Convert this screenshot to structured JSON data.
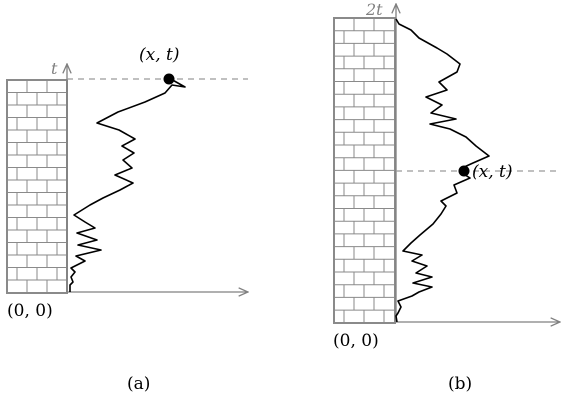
{
  "panels": [
    {
      "id": "a",
      "axis_label": "t",
      "point_label": "(x, t)",
      "origin_label": "(0, 0)",
      "caption": "(a)"
    },
    {
      "id": "b",
      "axis_label": "2t",
      "point_label": "(x, t)",
      "origin_label": "(0, 0)",
      "caption": "(b)"
    }
  ],
  "colors": {
    "axis": "#808080",
    "wall": "#8a8a8a",
    "path": "#000000",
    "dashed": "#9a9a9a",
    "point": "#000000"
  }
}
